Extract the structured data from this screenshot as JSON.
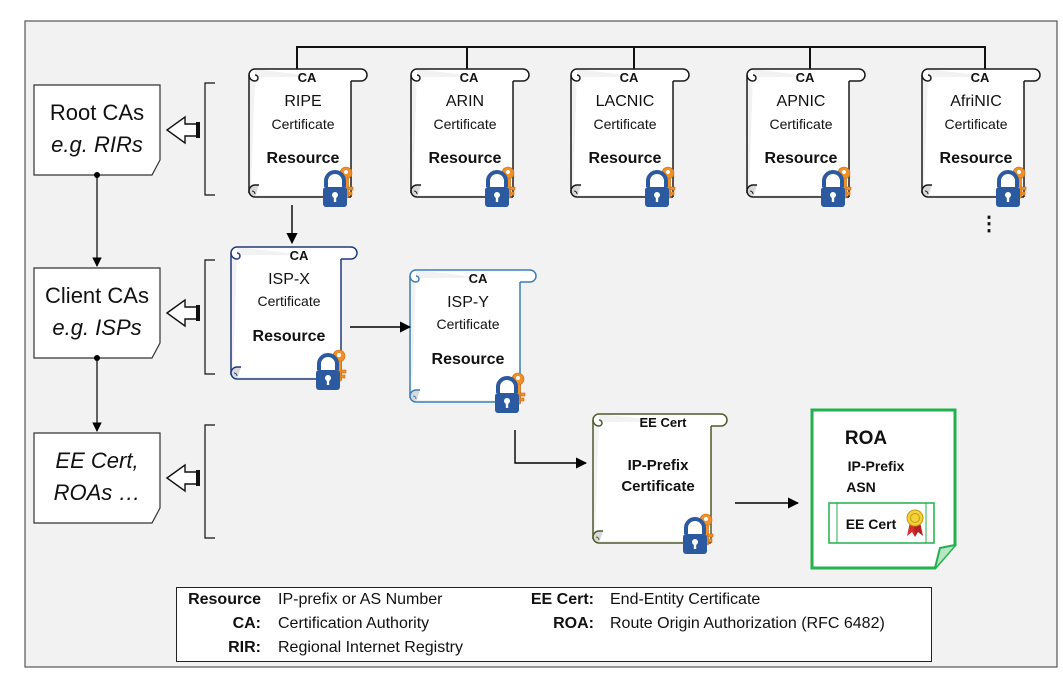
{
  "tiers": [
    {
      "line1": "Root CAs",
      "line2": "e.g. RIRs"
    },
    {
      "line1": "Client CAs",
      "line2": "e.g. ISPs"
    },
    {
      "line1": "EE Cert,",
      "line2": "ROAs …"
    }
  ],
  "root_certs": [
    {
      "header": "CA",
      "name": "RIPE",
      "subtitle": "Certificate",
      "resource": "Resource"
    },
    {
      "header": "CA",
      "name": "ARIN",
      "subtitle": "Certificate",
      "resource": "Resource"
    },
    {
      "header": "CA",
      "name": "LACNIC",
      "subtitle": "Certificate",
      "resource": "Resource"
    },
    {
      "header": "CA",
      "name": "APNIC",
      "subtitle": "Certificate",
      "resource": "Resource"
    },
    {
      "header": "CA",
      "name": "AfriNIC",
      "subtitle": "Certificate",
      "resource": "Resource"
    }
  ],
  "more_indicator": "⋮",
  "client_certs": [
    {
      "header": "CA",
      "name": "ISP-X",
      "subtitle": "Certificate",
      "resource": "Resource"
    },
    {
      "header": "CA",
      "name": "ISP-Y",
      "subtitle": "Certificate",
      "resource": "Resource"
    }
  ],
  "ee_cert": {
    "header": "EE Cert",
    "line1": "IP-Prefix",
    "line2": "Certificate"
  },
  "roa": {
    "title": "ROA",
    "line1": "IP-Prefix",
    "line2": "ASN",
    "inner": "EE Cert"
  },
  "legend": [
    {
      "key": "Resource",
      "value": "IP-prefix or AS Number"
    },
    {
      "key": "CA:",
      "value": "Certification Authority"
    },
    {
      "key": "RIR:",
      "value": "Regional Internet Registry"
    },
    {
      "key": "EE Cert:",
      "value": "End-Entity Certificate"
    },
    {
      "key": "ROA:",
      "value": "Route Origin Authorization (RFC 6482)"
    }
  ],
  "colors": {
    "root_scroll": "#1a1a1a",
    "isp_x": "#1f3a7a",
    "isp_y": "#3a7fb8",
    "ee_cert": "#4e5a2c",
    "roa": "#22b14c",
    "lock": "#2b5aa0",
    "key": "#f0902a",
    "background": "#f2f2f2"
  }
}
